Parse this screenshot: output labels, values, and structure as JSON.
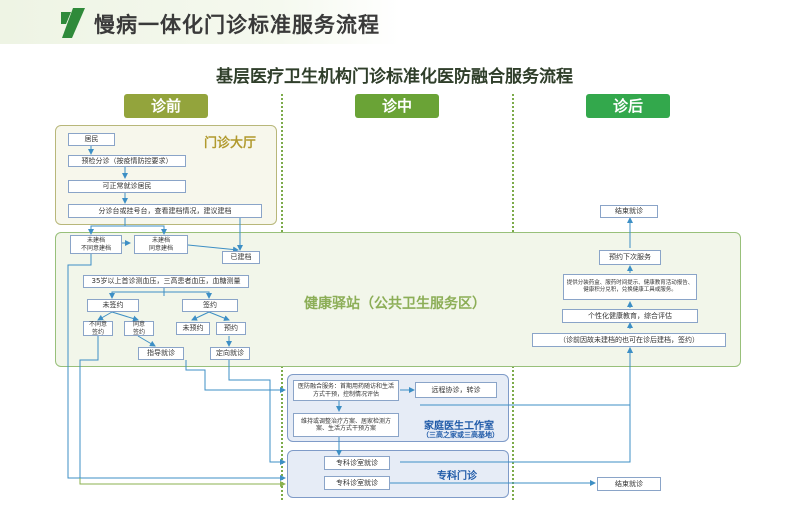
{
  "page_title": "慢病一体化门诊标准服务流程",
  "diagram_title": "基层医疗卫生机构门诊标准化医防融合服务流程",
  "phases": {
    "pre": "诊前",
    "mid": "诊中",
    "post": "诊后"
  },
  "regions": {
    "clinic_hall": "门诊大厅",
    "health_station": "健康驿站（公共卫生服务区）",
    "family_doctor": "家庭医生工作室",
    "family_doctor_sub": "（三高之家或三高基地）",
    "specialist": "专科门诊"
  },
  "nodes": {
    "resident": "居民",
    "triage": "预检分诊（按疫情防控要求）",
    "normal_visit": "可正常就诊居民",
    "registration": "分诊台或挂号台，查看建档情况，建议建档",
    "not_filed_refuse": "未建档\n不同意建档",
    "not_filed_agree": "未建档\n同意建档",
    "filed": "已建档",
    "bp_test": "35岁以上首诊测血压，三高患者血压，血糖测量",
    "unsigned": "未签约",
    "signed": "签约",
    "refuse_sign": "不同意\n签约",
    "agree_sign": "同意\n签约",
    "no_appointment": "未预约",
    "appointment": "预约",
    "guided_visit": "指导就诊",
    "directed_visit": "定向就诊",
    "integrated_service": "医防融合服务：首期用药随访和生活方式干预，控制情况评估",
    "remote_consult": "远程协诊，转诊",
    "adjust_plan": "维持或调整治疗方案、居家检测方案、生活方式干预方案",
    "specialist_visit_1": "专科诊室就诊",
    "specialist_visit_2": "专科诊室就诊",
    "end_visit_top": "结束就诊",
    "next_appointment": "预约下次服务",
    "post_services": "提供分装药盒、服药时间提示、健康教育活动报告、健康积分兑积，兑换健康工具或服务。",
    "personal_edu": "个性化健康教育，综合评估",
    "post_filing": "（诊前因故未建档的也可在诊后建档，签约）",
    "end_visit_bottom": "结束就诊"
  },
  "colors": {
    "pre_phase": "#93a43c",
    "mid_phase": "#6aa336",
    "post_phase": "#33a84c",
    "clinic_region_bg": "#f7f7ec",
    "clinic_region_border": "#b8b77a",
    "clinic_label": "#b19a2e",
    "station_region_bg": "#f2f6ea",
    "station_region_border": "#98c07a",
    "station_label": "#8cae57",
    "family_region_bg": "#e6ecf6",
    "family_region_border": "#7f9bc8",
    "family_label": "#1f5aa8",
    "arrow": "#3d8fc5",
    "arrow_green": "#8bb24f"
  },
  "icons": {
    "logo": "slash-logo-icon"
  }
}
